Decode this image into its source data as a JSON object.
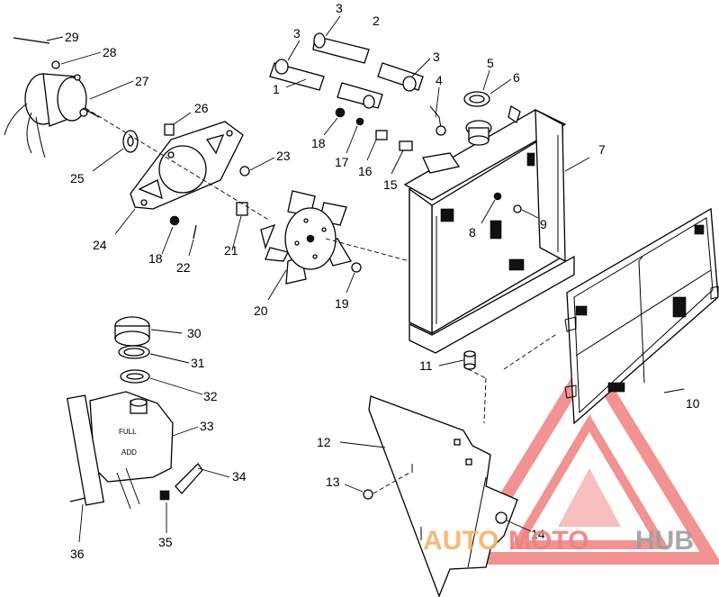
{
  "callouts": {
    "n1": "1",
    "n2": "2",
    "n3a": "3",
    "n3b": "3",
    "n3c": "3",
    "n4": "4",
    "n5": "5",
    "n6": "6",
    "n7": "7",
    "n8": "8",
    "n9": "9",
    "n10": "10",
    "n11": "11",
    "n12": "12",
    "n13": "13",
    "n14": "14",
    "n15": "15",
    "n16": "16",
    "n17": "17",
    "n18a": "18",
    "n18b": "18",
    "n19": "19",
    "n20": "20",
    "n21": "21",
    "n22": "22",
    "n23": "23",
    "n24": "24",
    "n25": "25",
    "n26": "26",
    "n27": "27",
    "n28": "28",
    "n29": "29",
    "n30": "30",
    "n31": "31",
    "n32": "32",
    "n33": "33",
    "n34": "34",
    "n35": "35",
    "n36": "36"
  },
  "tank_decals": {
    "upper": "FULL",
    "lower": "ADD"
  },
  "watermark": {
    "part1": "AUTO",
    "part2": "MOTO",
    "part3": "HUB",
    "color_orange": "#f7b267",
    "color_red": "#f08080",
    "color_gray": "#9e9e9e"
  }
}
